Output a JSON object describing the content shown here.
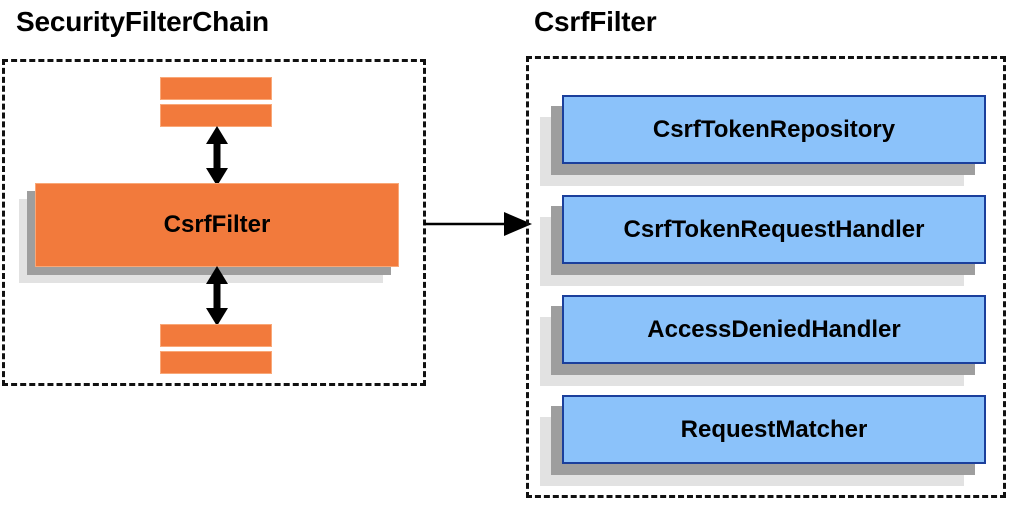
{
  "diagram": {
    "title_left": "SecurityFilterChain",
    "title_right": "CsrfFilter",
    "colors": {
      "orange_fill": "#f27a3c",
      "orange_border": "#f9a878",
      "blue_fill": "#8bc2fa",
      "blue_border": "#1b3f9c",
      "shadow_dark": "#9e9e9e",
      "shadow_light": "#e2e2e2",
      "outline_dashed": "#111111",
      "text": "#000000",
      "background": "#ffffff"
    }
  },
  "left_panel": {
    "title": "SecurityFilterChain",
    "main_filter": {
      "label": "CsrfFilter"
    },
    "neighbour_bars": [
      {
        "name": "filter-bar-top-1"
      },
      {
        "name": "filter-bar-top-2"
      },
      {
        "name": "filter-bar-bottom-1"
      },
      {
        "name": "filter-bar-bottom-2"
      }
    ],
    "arrows": [
      {
        "name": "chain-arrow-up",
        "direction": "bidirectional-vertical"
      },
      {
        "name": "chain-arrow-down",
        "direction": "bidirectional-vertical"
      }
    ]
  },
  "right_panel": {
    "title": "CsrfFilter",
    "collaborators": [
      {
        "label": "CsrfTokenRepository"
      },
      {
        "label": "CsrfTokenRequestHandler"
      },
      {
        "label": "AccessDeniedHandler"
      },
      {
        "label": "RequestMatcher"
      }
    ]
  },
  "connector": {
    "name": "expands-to-arrow",
    "direction": "left-to-right"
  }
}
